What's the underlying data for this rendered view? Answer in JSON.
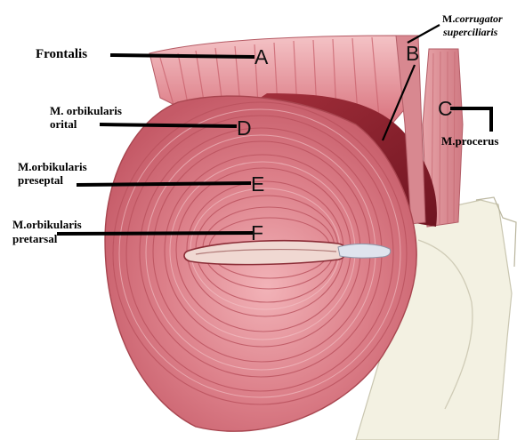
{
  "labels": {
    "frontalis": "Frontalis",
    "corrugator_prefix": "M.",
    "corrugator_line1": "corrugator",
    "corrugator_line2": "superciliaris",
    "orbicularis_orital_line1": "M. orbikularis",
    "orbicularis_orital_line2": "orital",
    "orbicularis_preseptal_line1": "M.orbikularis",
    "orbicularis_preseptal_line2": "preseptal",
    "orbicularis_pretarsal_line1": "M.orbikularis",
    "orbicularis_pretarsal_line2": "pretarsal",
    "procerus": "M.procerus"
  },
  "letters": {
    "a": "A",
    "b": "B",
    "c": "C",
    "d": "D",
    "e": "E",
    "f": "F"
  },
  "colors": {
    "muscle_light": "#e89aa1",
    "muscle_mid": "#cf6672",
    "muscle_dark": "#8c1f2c",
    "bone": "#f3f1e2",
    "leader": "#000000"
  }
}
